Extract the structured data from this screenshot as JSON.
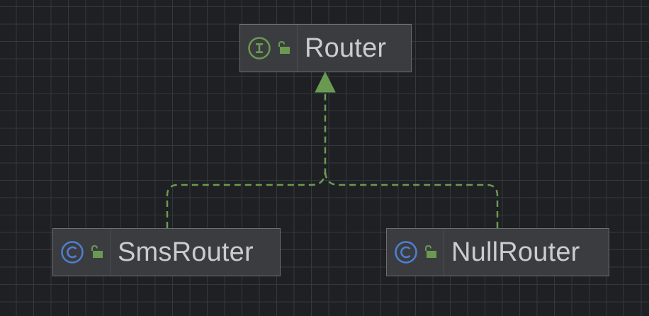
{
  "diagram": {
    "nodes": [
      {
        "id": "router",
        "kind": "interface",
        "label": "Router",
        "icon": "interface-icon",
        "access": "public-lock-icon"
      },
      {
        "id": "sms",
        "kind": "class",
        "label": "SmsRouter",
        "icon": "class-icon",
        "access": "public-lock-icon"
      },
      {
        "id": "null",
        "kind": "class",
        "label": "NullRouter",
        "icon": "class-icon",
        "access": "public-lock-icon"
      }
    ],
    "edges": [
      {
        "from": "SmsRouter",
        "to": "Router",
        "type": "implements",
        "style": "dashed"
      },
      {
        "from": "NullRouter",
        "to": "Router",
        "type": "implements",
        "style": "dashed"
      }
    ]
  },
  "colors": {
    "background": "#1f2023",
    "grid": "#36383c",
    "node_fill": "#3b3c3f",
    "node_border": "#6c6e72",
    "node_text": "#c9ccd1",
    "edge": "#6a9a52",
    "interface_icon": "#6a9a52",
    "class_icon": "#4f7fd0",
    "lock_icon": "#6a9a52"
  }
}
